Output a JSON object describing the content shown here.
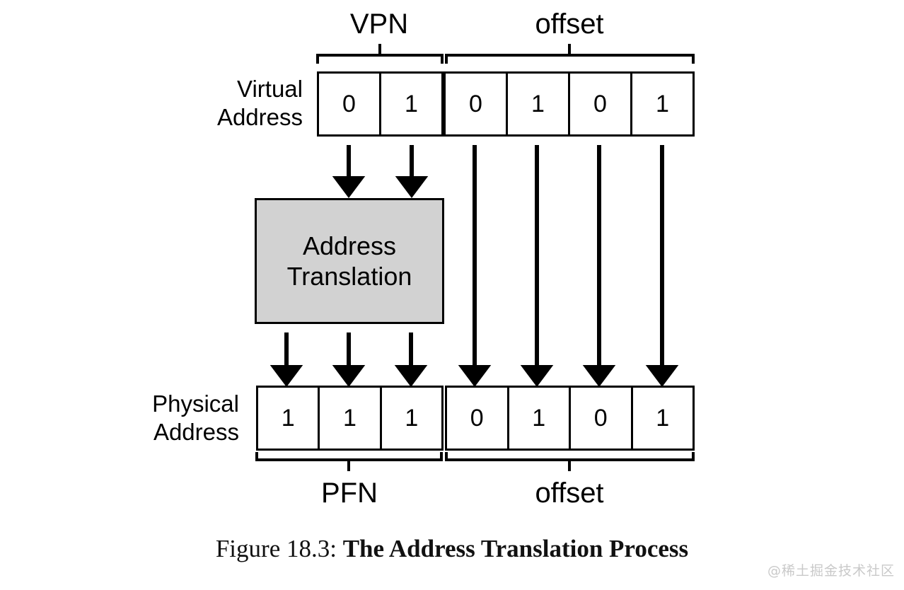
{
  "figure": {
    "caption_label": "Figure 18.3:",
    "caption_title": "The Address Translation Process",
    "watermark": "@稀土掘金技术社区"
  },
  "colors": {
    "stroke": "#000000",
    "box_fill": "#ffffff",
    "translation_fill": "#d2d2d2",
    "watermark": "#c9c9c9",
    "page_background": "#ffffff"
  },
  "top_segments": {
    "vpn_label": "VPN",
    "offset_label": "offset"
  },
  "bottom_segments": {
    "pfn_label": "PFN",
    "offset_label": "offset"
  },
  "virtual_address": {
    "label_line1": "Virtual",
    "label_line2": "Address",
    "vpn_bits": [
      "0",
      "1"
    ],
    "offset_bits": [
      "0",
      "1",
      "0",
      "1"
    ],
    "all_bits": [
      "0",
      "1",
      "0",
      "1",
      "0",
      "1"
    ]
  },
  "physical_address": {
    "label_line1": "Physical",
    "label_line2": "Address",
    "pfn_bits": [
      "1",
      "1",
      "1"
    ],
    "offset_bits": [
      "0",
      "1",
      "0",
      "1"
    ],
    "all_bits": [
      "1",
      "1",
      "1",
      "0",
      "1",
      "0",
      "1"
    ]
  },
  "translation": {
    "line1": "Address",
    "line2": "Translation"
  },
  "arrows": {
    "vpn_to_translation_count": 2,
    "translation_to_pfn_count": 3,
    "offset_passthrough_count": 4
  }
}
